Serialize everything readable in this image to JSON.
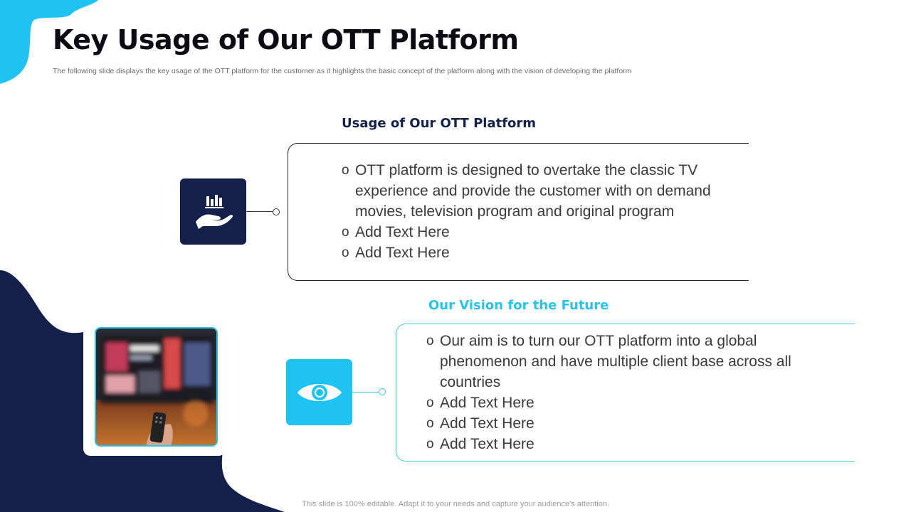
{
  "slide": {
    "title": "Key Usage of Our OTT Platform",
    "subtitle": "The following slide displays the key usage of the OTT platform for the customer as it highlights the basic concept of the platform along with the vision of developing the platform",
    "footer": "This slide is 100% editable. Adapt it to your needs and capture your audience's attention."
  },
  "section1": {
    "heading": "Usage of Our OTT Platform",
    "icon": "hand-chart-icon",
    "bullets": [
      "OTT platform is designed to overtake the classic TV experience and provide the customer with on demand movies, television program  and original program",
      "Add Text Here",
      "Add Text Here"
    ]
  },
  "section2": {
    "heading": "Our Vision for the Future",
    "icon": "eye-icon",
    "bullets": [
      "Our aim is to turn our OTT platform into a global phenomenon and have multiple client base across all countries",
      "Add Text Here",
      "Add Text Here",
      "Add Text Here"
    ]
  },
  "colors": {
    "navy": "#13204a",
    "cyan": "#1ec3f2"
  }
}
